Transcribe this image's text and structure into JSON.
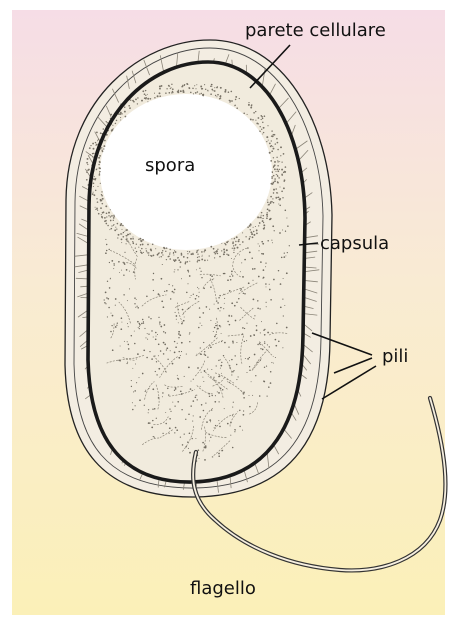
{
  "labels": {
    "cell_wall": "parete cellulare",
    "spore": "spora",
    "capsule": "capsula",
    "pili": "pili",
    "flagellum": "flagello"
  },
  "colors": {
    "background_top": "#f6dde6",
    "background_bottom": "#fbf0b8",
    "outline": "#111111",
    "cell_wall": "#1a1a1a",
    "cytoplasm": "#f1ebdd",
    "spore": "#ffffff",
    "text": "#111111"
  }
}
